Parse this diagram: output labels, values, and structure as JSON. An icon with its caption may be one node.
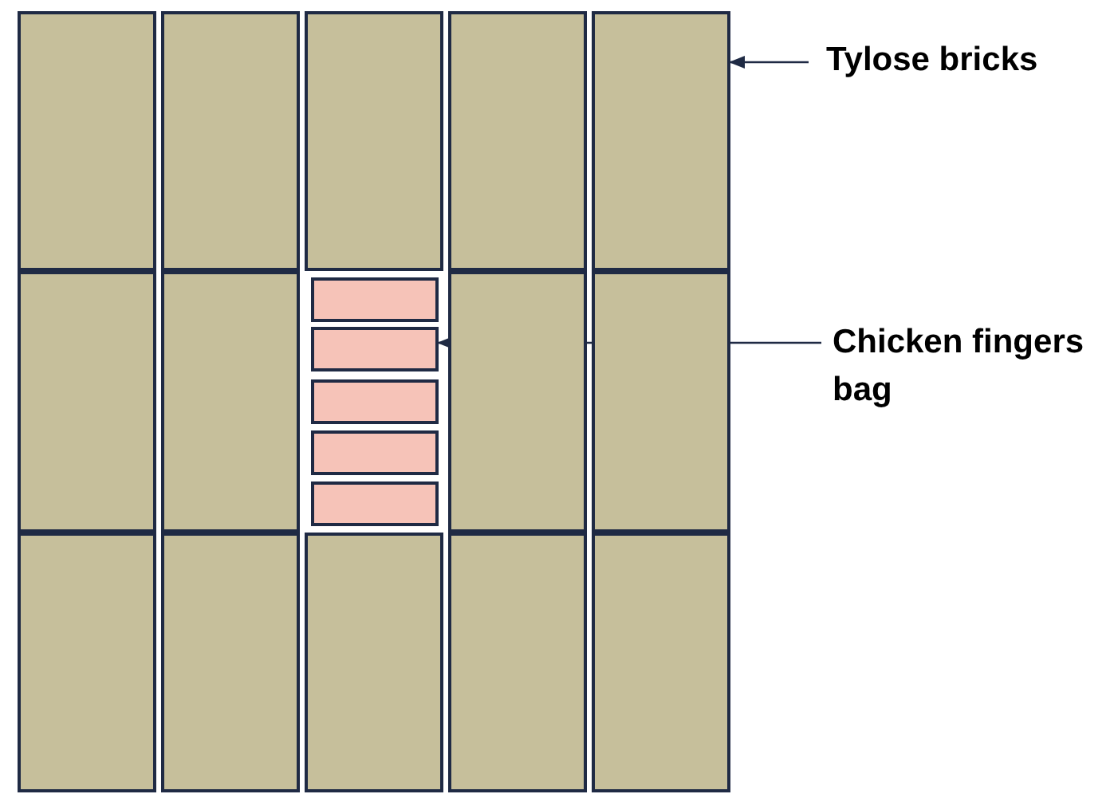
{
  "diagram": {
    "nodes": [
      {
        "text": [],
        "shape": "box"
      },
      {
        "text": [],
        "shape": "box"
      },
      {
        "text": [],
        "shape": "box"
      },
      {
        "text": [],
        "shape": "box"
      },
      {
        "text": [],
        "shape": "box"
      },
      {
        "text": [],
        "shape": "box"
      },
      {
        "text": [],
        "shape": "box"
      },
      {
        "text": [],
        "shape": "box"
      },
      {
        "text": [],
        "shape": "box"
      },
      {
        "text": [],
        "shape": "box"
      },
      {
        "text": [],
        "shape": "box"
      },
      {
        "text": [],
        "shape": "box"
      },
      {
        "text": [],
        "shape": "box"
      },
      {
        "text": [],
        "shape": "box"
      },
      {
        "text": [],
        "shape": "box"
      },
      {
        "text": [],
        "shape": "box"
      },
      {
        "text": [],
        "shape": "box"
      },
      {
        "text": [],
        "shape": "box"
      },
      {
        "text": [],
        "shape": "box"
      },
      {
        "text": [
          "Tylose bricks"
        ]
      },
      {
        "text": [
          "Chicken fingers bag"
        ]
      }
    ],
    "edges": [
      {
        "from": 19,
        "to": 4,
        "arrow": "to"
      },
      {
        "from": 20,
        "to": 8,
        "arrow": "to"
      }
    ]
  }
}
